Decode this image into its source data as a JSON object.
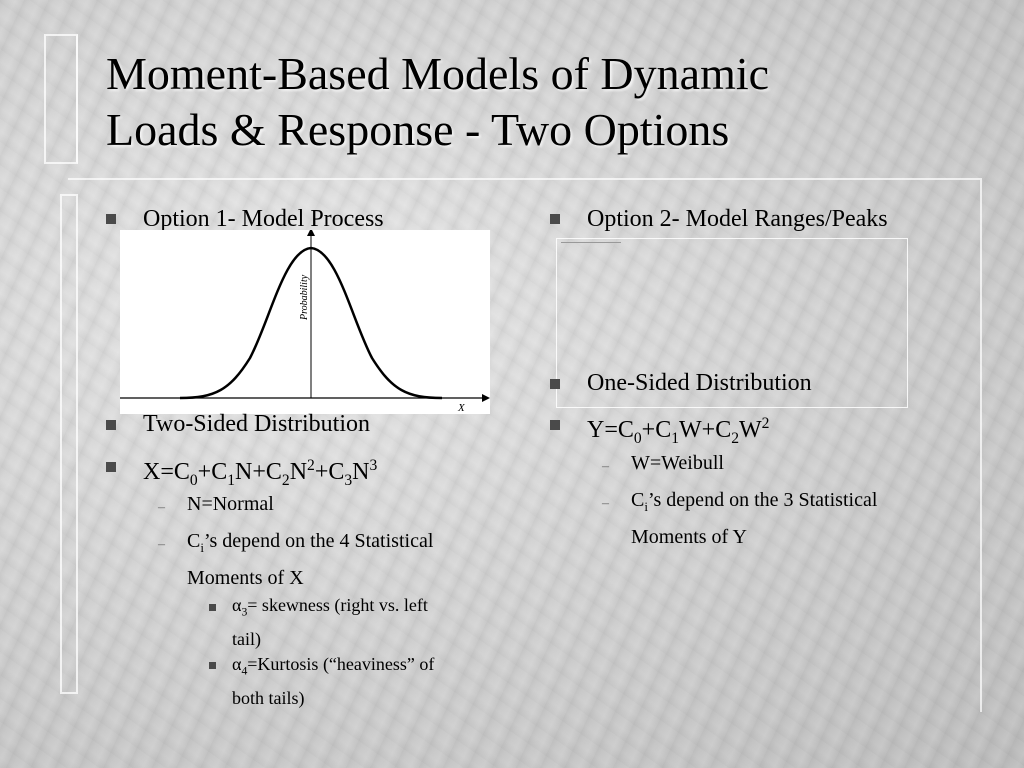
{
  "title": {
    "line1": "Moment-Based Models of Dynamic",
    "line2": "Loads & Response - Two Options"
  },
  "left": {
    "heading": "Option 1- Model Process",
    "plot": {
      "ylabel": "Probability",
      "xlabel": "X"
    },
    "b2": "Two-Sided Distribution",
    "eq": {
      "lhs": "X=C",
      "s0": "0",
      "t1": "+C",
      "s1": "1",
      "t2": "N+C",
      "s2": "2",
      "t3": "N",
      "p2": "2",
      "t4": "+C",
      "s3": "3",
      "t5": "N",
      "p3": "3"
    },
    "sub1": "N=Normal",
    "sub2": {
      "a": "C",
      "i": "i",
      "b": "’s depend on the 4 Statistical",
      "c": "Moments of X"
    },
    "alpha3": {
      "sym": "α",
      "sub": "3",
      "t1": "= skewness (right vs. left",
      "t2": "tail)"
    },
    "alpha4": {
      "sym": "α",
      "sub": "4",
      "t1": "=Kurtosis (“heaviness” of",
      "t2": "both tails)"
    }
  },
  "right": {
    "heading": "Option 2- Model Ranges/Peaks",
    "b2": "One-Sided Distribution",
    "eq": {
      "lhs": "Y=C",
      "s0": "0",
      "t1": "+C",
      "s1": "1",
      "t2": "W+C",
      "s2": "2",
      "t3": "W",
      "p2": "2"
    },
    "sub1": "W=Weibull",
    "sub2": {
      "a": "C",
      "i": "i",
      "b": "’s depend on the 3 Statistical",
      "c": "Moments of Y"
    }
  },
  "dash_glyph": "–"
}
